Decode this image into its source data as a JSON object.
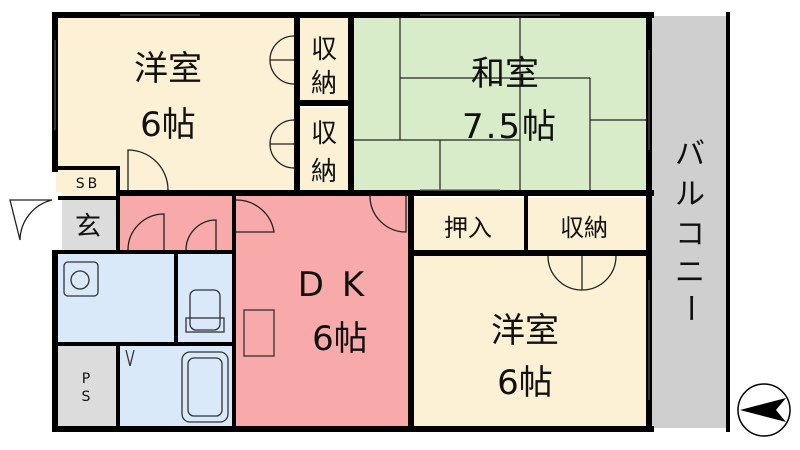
{
  "rooms": {
    "western_nw": {
      "name": "洋室",
      "size": "6帖"
    },
    "storage_top_1": {
      "name": "収納",
      "chars": [
        "収",
        "納"
      ]
    },
    "storage_top_2": {
      "name": "収納",
      "chars": [
        "収",
        "納"
      ]
    },
    "japanese": {
      "name": "和室",
      "size": "7.5帖"
    },
    "shoe_box": {
      "name": "SB"
    },
    "entrance": {
      "name": "玄"
    },
    "dk": {
      "name": "DK",
      "size": "6帖"
    },
    "closet": {
      "name": "押入"
    },
    "storage_mid": {
      "name": "収納"
    },
    "western_se": {
      "name": "洋室",
      "size": "6帖"
    },
    "pipe_space": {
      "name": "PS",
      "chars": [
        "P",
        "S"
      ]
    },
    "balcony": {
      "name": "バルコニー",
      "chars": [
        "バ",
        "ル",
        "コ",
        "ニ",
        "ー"
      ]
    }
  },
  "colors": {
    "western_room": "#fcf1d5",
    "japanese_room": "#d8ecc9",
    "dk": "#f8a9a9",
    "water": "#d9e9fa",
    "storage": "#fcf1d5",
    "balcony": "#cfcfcf",
    "wall": "#000000"
  },
  "compass": {
    "icon": "north-arrow-icon"
  }
}
